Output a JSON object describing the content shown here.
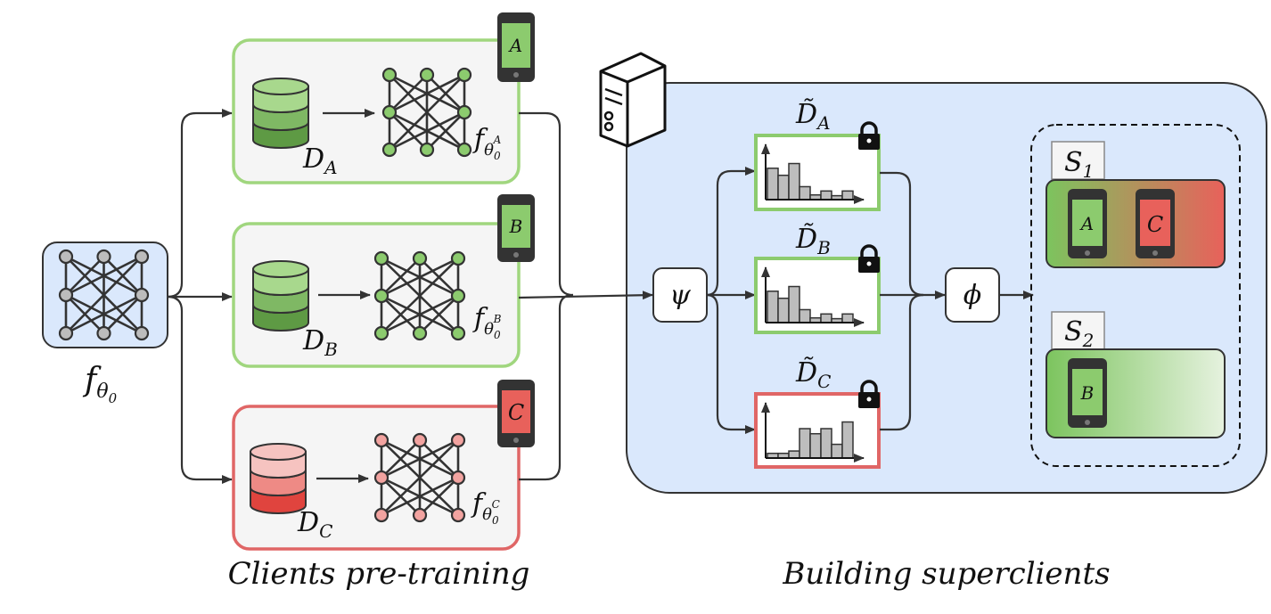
{
  "captions": {
    "left": "Clients pre-training",
    "right": "Building superclients"
  },
  "global_model": {
    "label": "f",
    "sub": "θ",
    "subsub": "0"
  },
  "clients": [
    {
      "id": "A",
      "dataset": "D",
      "dataset_sub": "A",
      "model": "f",
      "model_sup": "A",
      "status": "green"
    },
    {
      "id": "B",
      "dataset": "D",
      "dataset_sub": "B",
      "model": "f",
      "model_sup": "B",
      "status": "green"
    },
    {
      "id": "C",
      "dataset": "D",
      "dataset_sub": "C",
      "model": "f",
      "model_sup": "C",
      "status": "red"
    }
  ],
  "operators": {
    "psi": "ψ",
    "phi": "ϕ"
  },
  "distributions": [
    {
      "symbol": "D̃",
      "sub": "A",
      "status": "green",
      "bars": [
        0.8,
        0.62,
        0.92,
        0.33,
        0.12,
        0.22,
        0.1,
        0.22
      ]
    },
    {
      "symbol": "D̃",
      "sub": "B",
      "status": "green",
      "bars": [
        0.8,
        0.62,
        0.92,
        0.33,
        0.12,
        0.22,
        0.1,
        0.22
      ]
    },
    {
      "symbol": "D̃",
      "sub": "C",
      "status": "red",
      "bars": [
        0.12,
        0.12,
        0.18,
        0.75,
        0.62,
        0.75,
        0.35,
        0.92
      ]
    }
  ],
  "superclients": [
    {
      "label": "S",
      "sub": "1",
      "members": [
        "A",
        "C"
      ]
    },
    {
      "label": "S",
      "sub": "2",
      "members": [
        "B"
      ]
    }
  ],
  "colors": {
    "green": "#8ccb6e",
    "green_light": "#a8d88d",
    "red": "#e86a64",
    "blue_panel": "#dae8fc",
    "blue_box": "#dae8fc",
    "gray_box": "#f5f5f5",
    "phone": "#333333"
  }
}
